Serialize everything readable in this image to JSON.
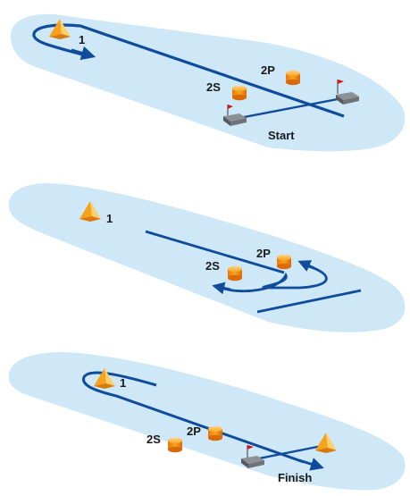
{
  "panels": [
    {
      "id": "panel-1",
      "labels": {
        "mark": "1",
        "s": "2S",
        "p": "2P",
        "caption": "Start"
      }
    },
    {
      "id": "panel-2",
      "labels": {
        "mark": "1",
        "s": "2S",
        "p": "2P"
      }
    },
    {
      "id": "panel-3",
      "labels": {
        "mark": "1",
        "s": "2S",
        "p": "2P",
        "caption": "Finish"
      }
    }
  ],
  "colors": {
    "water": "#cfe8f7",
    "route": "#0f4c9c",
    "buoy": "#f39a14",
    "mark_tri": "#f6a21a",
    "flag": "#d8141a",
    "boat": "#6f7378"
  },
  "icons": [
    "triangle-mark-icon",
    "cylinder-buoy-icon",
    "committee-boat-icon",
    "flag-icon"
  ]
}
